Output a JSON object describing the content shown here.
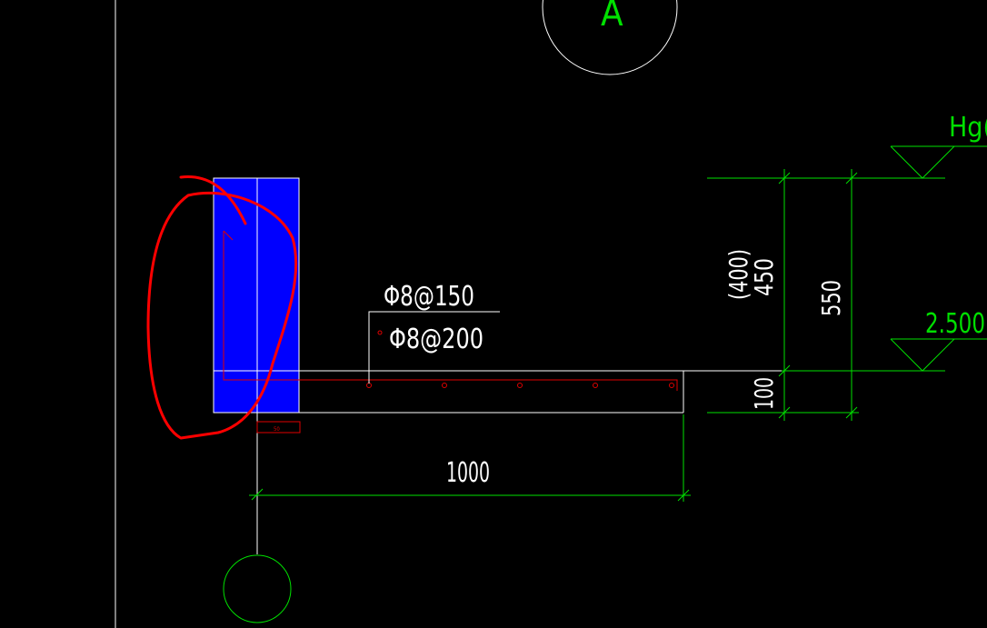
{
  "colors": {
    "background": "#000000",
    "outline": "#ffffff",
    "dimension": "#00e000",
    "rebar": "#e00000",
    "highlight_fill": "#0000ff",
    "markup": "#ff0000"
  },
  "labels": {
    "axis_bubble_top": "A",
    "level_mark_top": "Hg(",
    "level_mark_mid": "2.500",
    "rebar_top": "Φ8@150",
    "rebar_bottom": "Φ8@200",
    "dim_height_paren": "(400)",
    "dim_height_450": "450",
    "dim_total_550": "550",
    "dim_slab_100": "100",
    "dim_length_1000": "1000",
    "small_tag": "50"
  },
  "icons": {
    "axis_bubble": "circle-axis-icon",
    "level_marker": "triangle-level-icon",
    "markup": "freehand-circle-markup"
  }
}
